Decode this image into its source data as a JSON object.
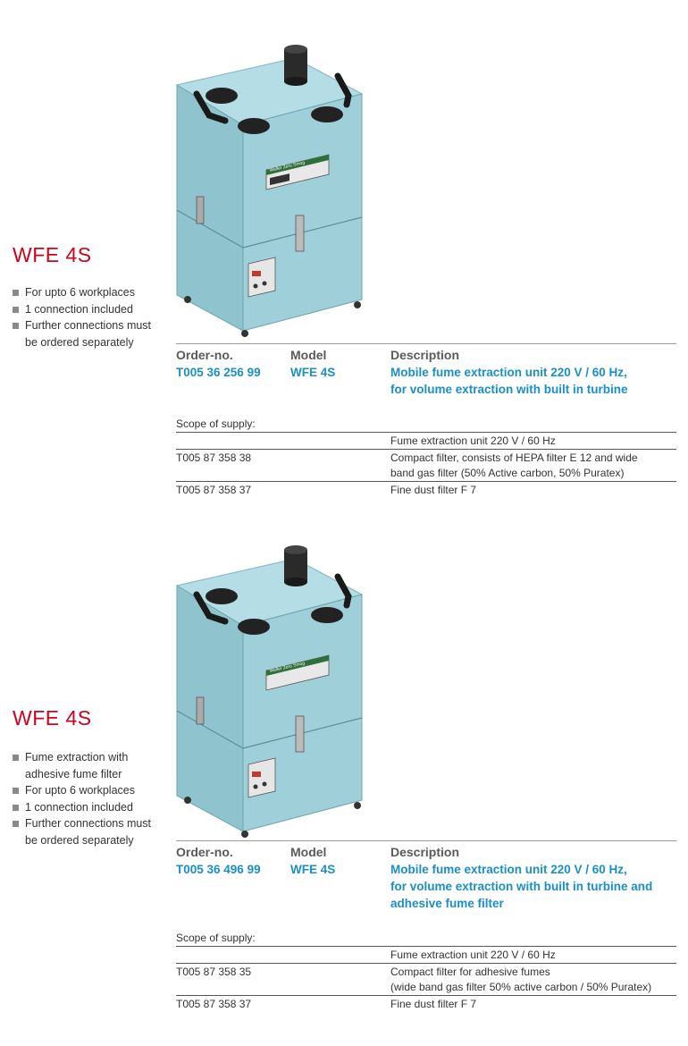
{
  "products": [
    {
      "title": "WFE 4S",
      "bullets": [
        "For upto 6 workplaces",
        "1 connection included",
        "Further connections must",
        "be ordered separately"
      ],
      "headers": {
        "order": "Order-no.",
        "model": "Model",
        "description": "Description"
      },
      "order_no": "T005 36 256 99",
      "model": "WFE 4S",
      "description_lines": [
        "Mobile fume extraction unit 220 V / 60 Hz,",
        "for volume extraction with built in turbine"
      ],
      "scope_label": "Scope of supply:",
      "scope_items": [
        {
          "part": "",
          "desc_lines": [
            "Fume extraction unit 220 V / 60 Hz"
          ]
        },
        {
          "part": "T005 87 358 38",
          "desc_lines": [
            "Compact filter, consists of HEPA filter E 12 and wide",
            "band gas filter (50% Active carbon, 50% Puratex)"
          ]
        },
        {
          "part": "T005 87 358 37",
          "desc_lines": [
            "Fine dust filter F 7"
          ]
        }
      ]
    },
    {
      "title": "WFE 4S",
      "bullets": [
        "Fume extraction with",
        "adhesive fume filter",
        "For upto 6 workplaces",
        "1 connection included",
        "Further connections must",
        "be ordered separately"
      ],
      "headers": {
        "order": "Order-no.",
        "model": "Model",
        "description": "Description"
      },
      "order_no": "T005 36 496 99",
      "model": "WFE 4S",
      "description_lines": [
        "Mobile fume extraction unit 220 V / 60 Hz,",
        "for volume extraction with built in turbine and",
        "adhesive fume filter"
      ],
      "scope_label": "Scope of supply:",
      "scope_items": [
        {
          "part": "",
          "desc_lines": [
            "Fume extraction unit 220 V / 60 Hz"
          ]
        },
        {
          "part": "T005 87 358 35",
          "desc_lines": [
            "Compact filter for adhesive fumes",
            "(wide band gas filter 50% active carbon / 50% Puratex)"
          ]
        },
        {
          "part": "T005 87 358 37",
          "desc_lines": [
            "Fine dust filter F 7"
          ]
        }
      ]
    }
  ],
  "device": {
    "brand": "Weller",
    "product_name": "Zero Smog",
    "body_color": "#9fcfd8",
    "accent_red": "#d0021b",
    "accent_blue": "#1a8fc7"
  }
}
